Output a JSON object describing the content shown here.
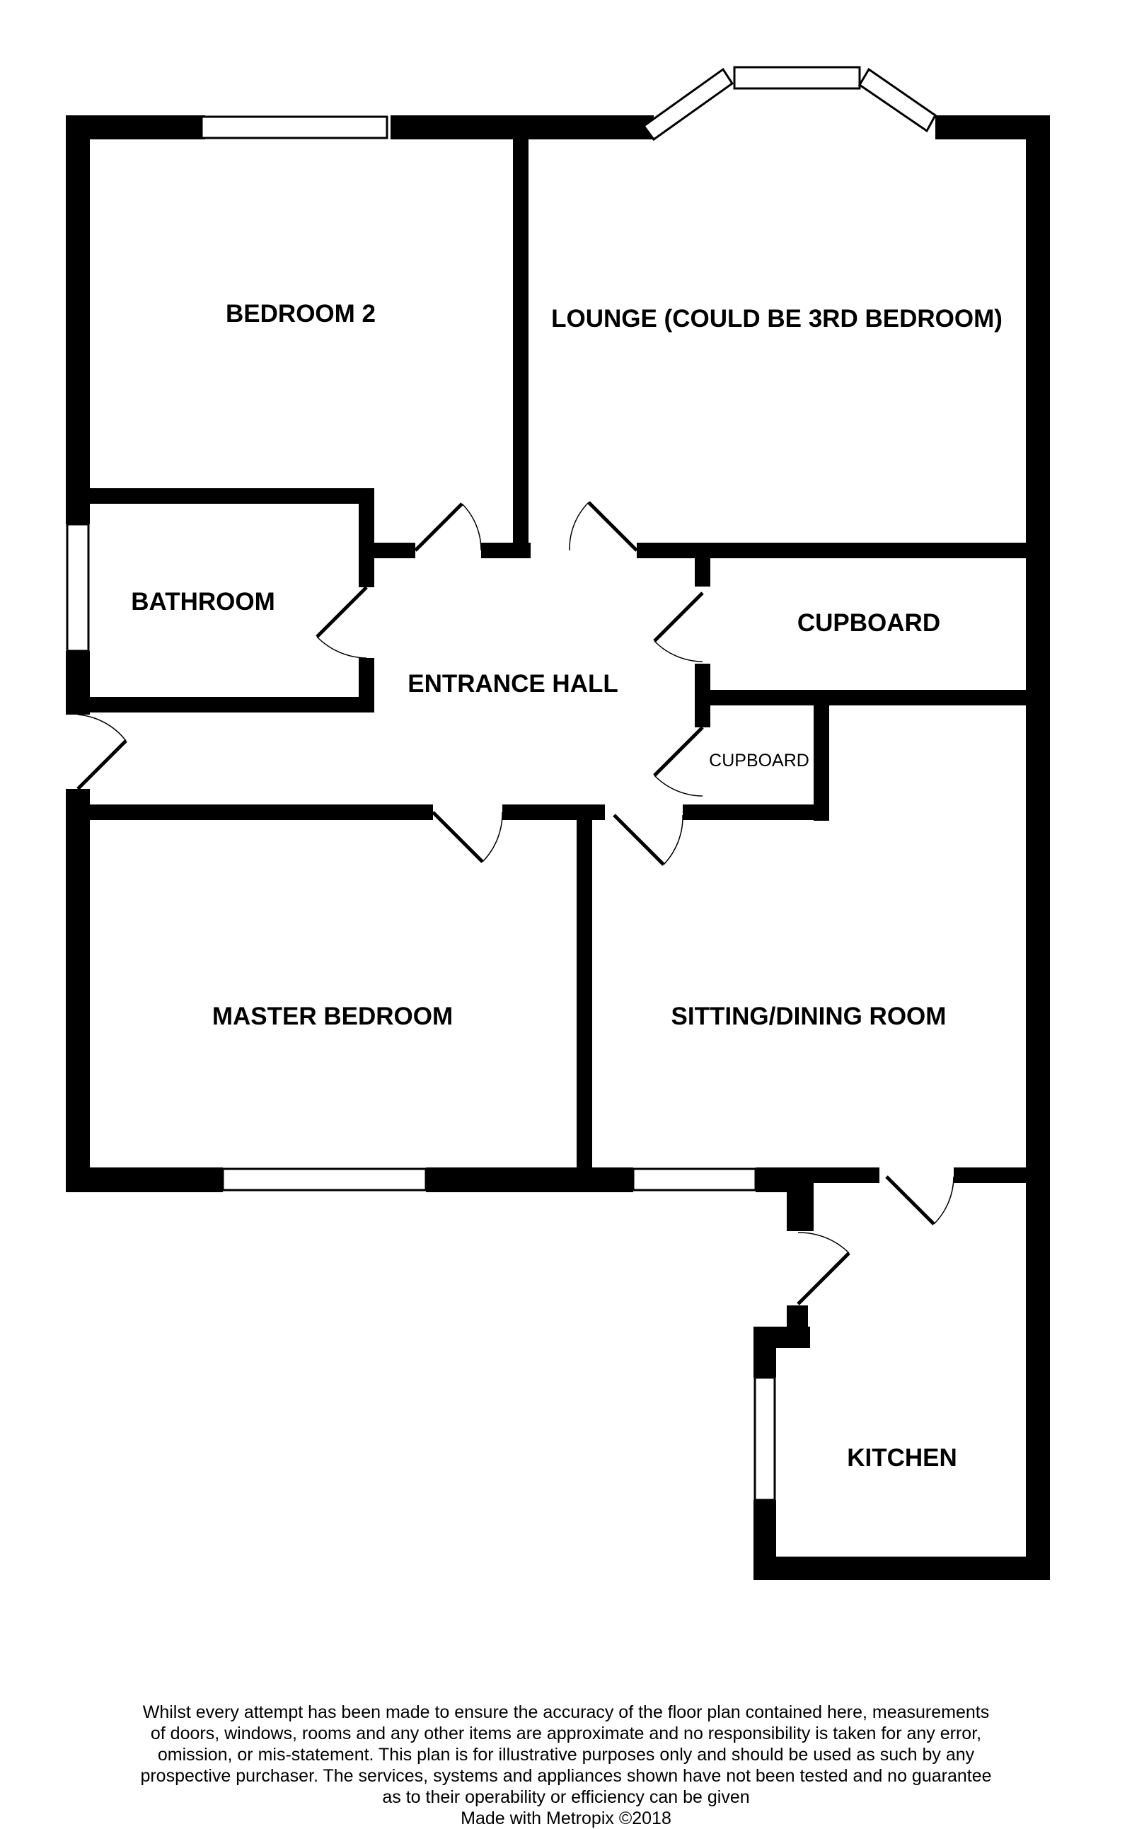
{
  "colors": {
    "wall": "#000000",
    "window": "#ffffff",
    "background": "#ffffff"
  },
  "rooms": {
    "bedroom2": "BEDROOM 2",
    "lounge": "LOUNGE (COULD BE 3RD BEDROOM)",
    "bathroom": "BATHROOM",
    "entrance_hall": "ENTRANCE HALL",
    "cupboard_large": "CUPBOARD",
    "cupboard_small": "CUPBOARD",
    "master_bedroom": "MASTER BEDROOM",
    "sitting_dining": "SITTING/DINING ROOM",
    "kitchen": "KITCHEN"
  },
  "disclaimer": {
    "line1": "Whilst every attempt has been made to ensure the accuracy of the floor plan contained here, measurements",
    "line2": "of doors, windows, rooms and any other items are approximate and no responsibility is taken for any error,",
    "line3": "omission, or mis-statement. This plan is for illustrative purposes only and should be used as such by any",
    "line4": "prospective purchaser. The services, systems and appliances shown have not been tested and no guarantee",
    "line5": "as to their operability or efficiency can be given",
    "credit": "Made with Metropix ©2018"
  }
}
